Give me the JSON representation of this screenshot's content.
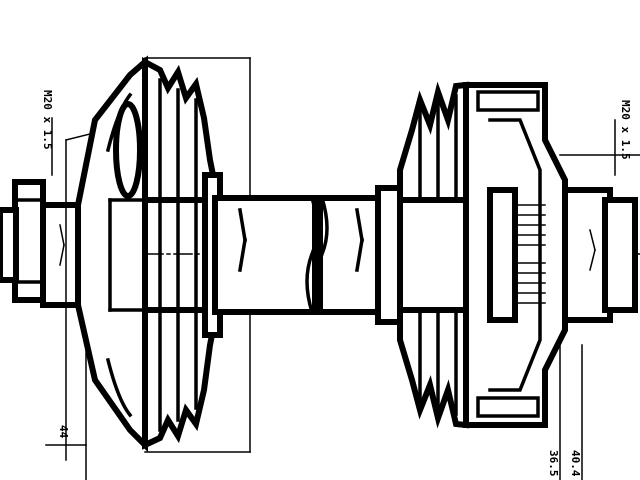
{
  "drawing": {
    "subject": "drive shaft assembly",
    "labels": {
      "left_thread": "M20 x 1.5",
      "right_thread": "M20 x 1.5",
      "left_length": "44",
      "right_length_a": "36.5",
      "right_length_b": "40.4"
    }
  }
}
